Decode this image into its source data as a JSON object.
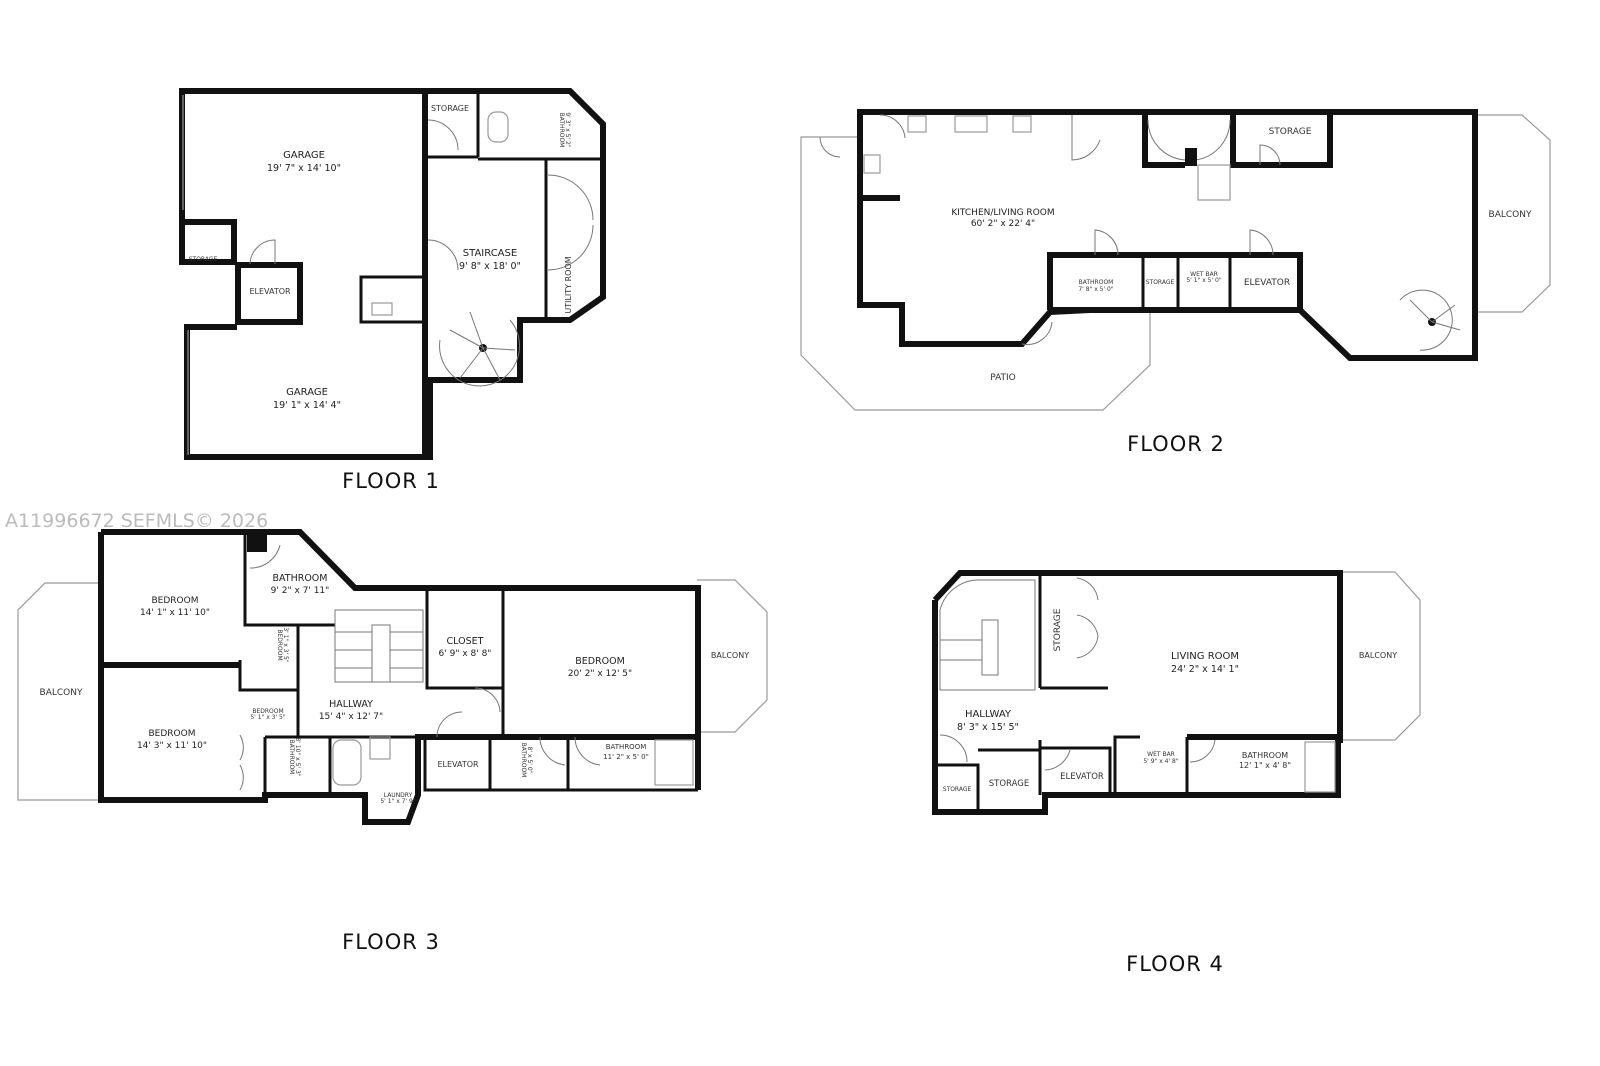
{
  "watermark": "A11996672  SEFMLS© 2026",
  "floor1": {
    "title": "FLOOR 1",
    "garage_top": {
      "name": "GARAGE",
      "dims": "19' 7\" x 14' 10\""
    },
    "storage_top": "STORAGE",
    "bathroom": {
      "name": "BATHROOM",
      "dims": "9' 3\" x 5' 2\""
    },
    "storage_small": "STORAGE",
    "elevator": "ELEVATOR",
    "staircase": {
      "name": "STAIRCASE",
      "dims": "9' 8\" x 18' 0\""
    },
    "utility": "UTILITY ROOM",
    "garage_bottom": {
      "name": "GARAGE",
      "dims": "19' 1\" x 14' 4\""
    }
  },
  "floor2": {
    "title": "FLOOR 2",
    "kitchen": {
      "name": "KITCHEN/LIVING ROOM",
      "dims": "60' 2\" x 22' 4\""
    },
    "storage_top": "STORAGE",
    "balcony": "BALCONY",
    "bathroom": {
      "name": "BATHROOM",
      "dims": "7' 8\" x 5' 0\""
    },
    "storage_small": "STORAGE",
    "wet_bar": {
      "name": "WET BAR",
      "dims": "5' 1\" x 5' 0\""
    },
    "elevator": "ELEVATOR",
    "patio": "PATIO"
  },
  "floor3": {
    "title": "FLOOR 3",
    "bedroom_nw": {
      "name": "BEDROOM",
      "dims": "14' 1\" x 11' 10\""
    },
    "bathroom_n": {
      "name": "BATHROOM",
      "dims": "9' 2\" x 7' 11\""
    },
    "bedroom_small1": {
      "name": "BEDROOM",
      "dims": "3' 1\" x 3' 5\""
    },
    "closet": {
      "name": "CLOSET",
      "dims": "6' 9\" x 8' 8\""
    },
    "bedroom_e": {
      "name": "BEDROOM",
      "dims": "20' 2\" x 12' 5\""
    },
    "balcony_e": "BALCONY",
    "balcony_w": "BALCONY",
    "hallway": {
      "name": "HALLWAY",
      "dims": "15' 4\" x 12' 7\""
    },
    "bedroom_small2": {
      "name": "BEDROOM",
      "dims": "5' 1\" x 3' 5\""
    },
    "bedroom_sw": {
      "name": "BEDROOM",
      "dims": "14' 3\" x 11' 10\""
    },
    "bathroom_sw": {
      "name": "BATHROOM",
      "dims": "8' 10\" x 5' 3\""
    },
    "laundry": {
      "name": "LAUNDRY",
      "dims": "5' 1\" x 7' 9\""
    },
    "elevator": "ELEVATOR",
    "bathroom_s": {
      "name": "BATHROOM",
      "dims": "8' x 5' 0\""
    },
    "bathroom_se": {
      "name": "BATHROOM",
      "dims": "11' 2\" x 5' 0\""
    }
  },
  "floor4": {
    "title": "FLOOR 4",
    "storage_v": "STORAGE",
    "living": {
      "name": "LIVING ROOM",
      "dims": "24' 2\" x 14' 1\""
    },
    "balcony": "BALCONY",
    "hallway": {
      "name": "HALLWAY",
      "dims": "8' 3\" x 15' 5\""
    },
    "storage_small": "STORAGE",
    "storage": "STORAGE",
    "elevator": "ELEVATOR",
    "wet_bar": {
      "name": "WET BAR",
      "dims": "5' 9\" x 4' 8\""
    },
    "bathroom": {
      "name": "BATHROOM",
      "dims": "12' 1\" x 4' 8\""
    }
  }
}
